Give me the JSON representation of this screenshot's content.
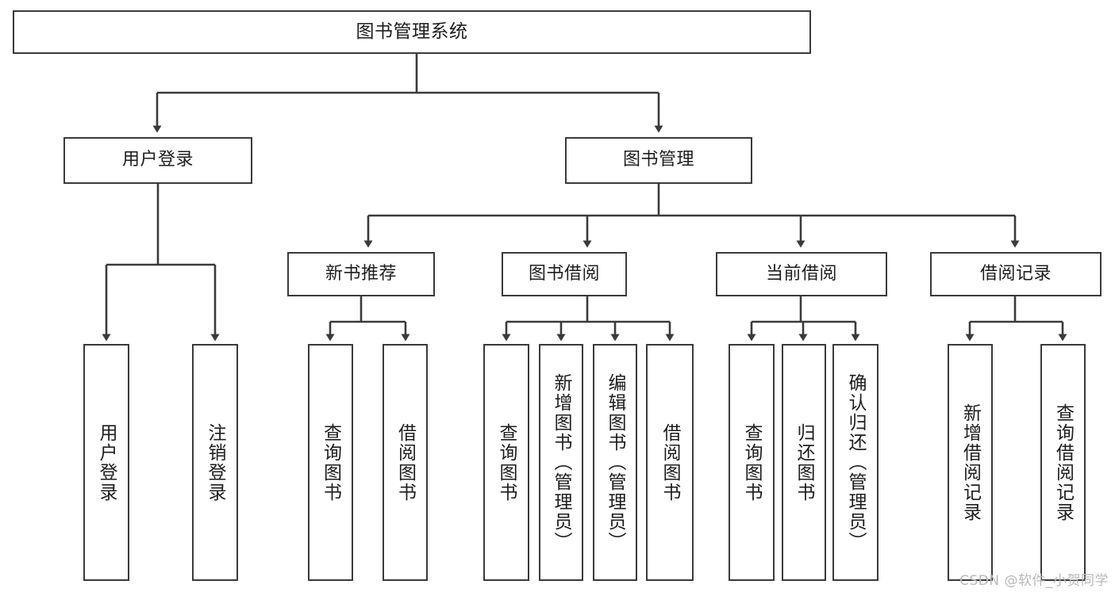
{
  "diagram": {
    "type": "tree-hierarchy",
    "title": "图书管理系统",
    "watermark": "CSDN @软件_小贺同学",
    "colors": {
      "stroke": "#3a3a3a",
      "fill": "#ffffff",
      "text": "#1d1d1d",
      "watermark": "#b9b9b9"
    },
    "levels": {
      "root": {
        "label": "图书管理系统"
      },
      "level2": [
        {
          "id": "user-login",
          "label": "用户登录"
        },
        {
          "id": "book-manage",
          "label": "图书管理"
        }
      ],
      "level3": [
        {
          "id": "new-book-recommend",
          "label": "新书推荐"
        },
        {
          "id": "book-borrow",
          "label": "图书借阅"
        },
        {
          "id": "current-borrow",
          "label": "当前借阅"
        },
        {
          "id": "borrow-record",
          "label": "借阅记录"
        }
      ],
      "leaves": {
        "user-login": [
          {
            "id": "leaf-user-login",
            "label": "用户登录"
          },
          {
            "id": "leaf-logout",
            "label": "注销登录"
          }
        ],
        "new-book-recommend": [
          {
            "id": "leaf-query-book-1",
            "label": "查询图书"
          },
          {
            "id": "leaf-borrow-book-1",
            "label": "借阅图书"
          }
        ],
        "book-borrow": [
          {
            "id": "leaf-query-book-2",
            "label": "查询图书"
          },
          {
            "id": "leaf-add-book",
            "label": "新增图书（管理员）"
          },
          {
            "id": "leaf-edit-book",
            "label": "编辑图书（管理员）"
          },
          {
            "id": "leaf-borrow-book-2",
            "label": "借阅图书"
          }
        ],
        "current-borrow": [
          {
            "id": "leaf-query-book-3",
            "label": "查询图书"
          },
          {
            "id": "leaf-return-book",
            "label": "归还图书"
          },
          {
            "id": "leaf-confirm-return",
            "label": "确认归还（管理员）"
          }
        ],
        "borrow-record": [
          {
            "id": "leaf-add-record",
            "label": "新增借阅记录"
          },
          {
            "id": "leaf-query-record",
            "label": "查询借阅记录"
          }
        ]
      }
    }
  }
}
